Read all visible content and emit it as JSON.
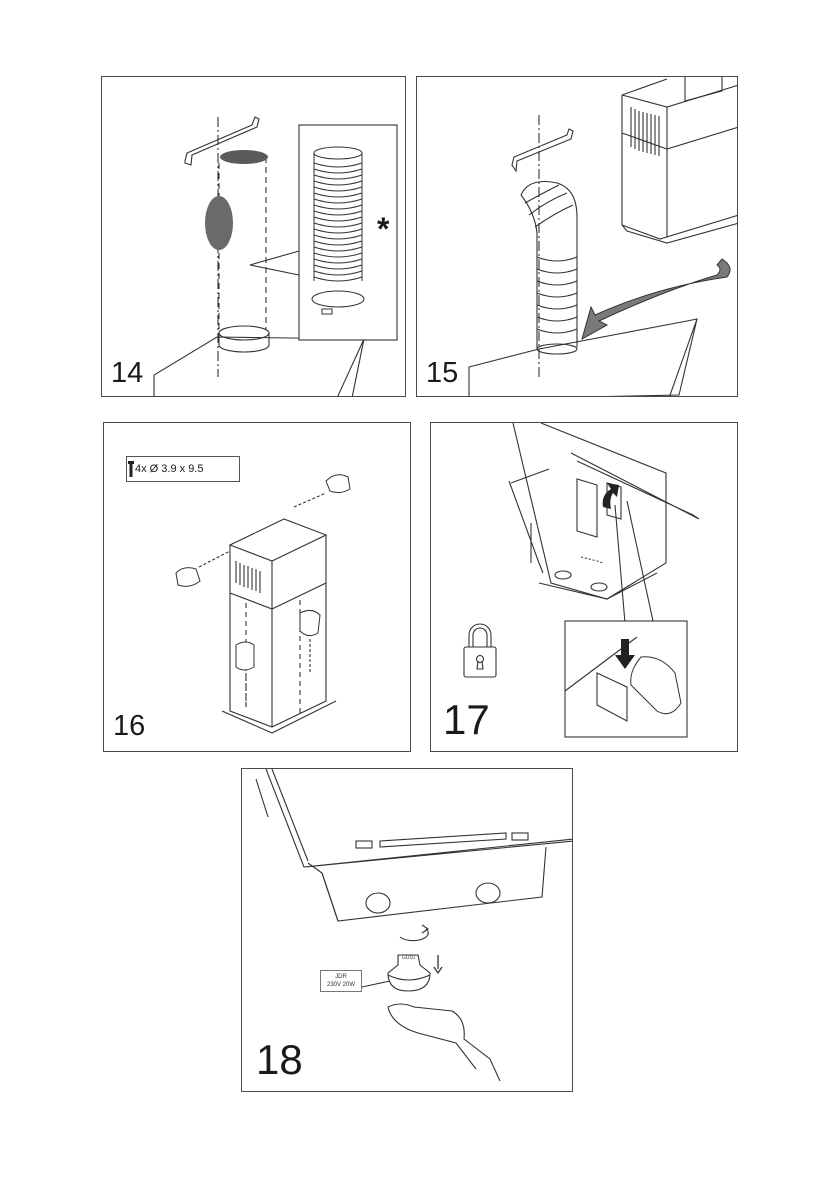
{
  "panels": [
    {
      "step": "14",
      "optional_mark": "*"
    },
    {
      "step": "15"
    },
    {
      "step": "16",
      "screw_spec": "4x Ø 3.9 x 9.5"
    },
    {
      "step": "17"
    },
    {
      "step": "18",
      "bulb_type": "JDR",
      "bulb_rating": "230V 20W",
      "bulb_cap": "GU10"
    }
  ]
}
